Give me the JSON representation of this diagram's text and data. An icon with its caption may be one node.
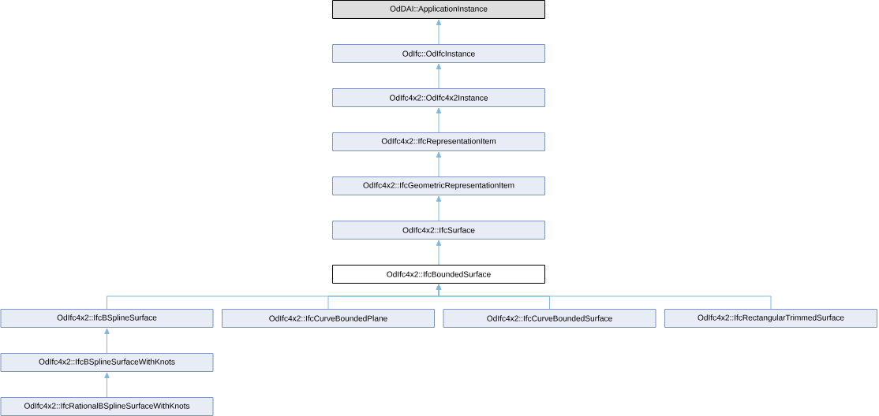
{
  "diagram": {
    "nodes": [
      {
        "text": [
          "OdDAI::ApplicationInstance"
        ]
      },
      {
        "text": [
          "OdIfc::OdIfcInstance"
        ]
      },
      {
        "text": [
          "OdIfc4x2::OdIfc4x2Instance"
        ]
      },
      {
        "text": [
          "OdIfc4x2::IfcRepresentationItem"
        ]
      },
      {
        "text": [
          "OdIfc4x2::IfcGeometricRepresentationItem"
        ]
      },
      {
        "text": [
          "OdIfc4x2::IfcSurface"
        ]
      },
      {
        "text": [
          "OdIfc4x2::IfcBoundedSurface"
        ]
      },
      {
        "text": [
          "OdIfc4x2::IfcBSplineSurface"
        ]
      },
      {
        "text": [
          "OdIfc4x2::IfcCurveBoundedPlane"
        ]
      },
      {
        "text": [
          "OdIfc4x2::IfcCurveBoundedSurface"
        ]
      },
      {
        "text": [
          "OdIfc4x2::IfcRectangularTrimmedSurface"
        ]
      },
      {
        "text": [
          "OdIfc4x2::IfcBSplineSurfaceWithKnots"
        ]
      },
      {
        "text": [
          "OdIfc4x2::IfcRationalBSplineSurfaceWithKnots"
        ]
      }
    ],
    "edges": [
      {
        "from": 1,
        "to": 0,
        "arrow": "to"
      },
      {
        "from": 2,
        "to": 1,
        "arrow": "to"
      },
      {
        "from": 3,
        "to": 2,
        "arrow": "to"
      },
      {
        "from": 4,
        "to": 3,
        "arrow": "to"
      },
      {
        "from": 5,
        "to": 4,
        "arrow": "to"
      },
      {
        "from": 6,
        "to": 5,
        "arrow": "to"
      },
      {
        "from": 7,
        "to": 6,
        "arrow": "to"
      },
      {
        "from": 8,
        "to": 6,
        "arrow": "to"
      },
      {
        "from": 9,
        "to": 6,
        "arrow": "to"
      },
      {
        "from": 10,
        "to": 6,
        "arrow": "to"
      },
      {
        "from": 11,
        "to": 7,
        "arrow": "to"
      },
      {
        "from": 12,
        "to": 11,
        "arrow": "to"
      }
    ]
  }
}
